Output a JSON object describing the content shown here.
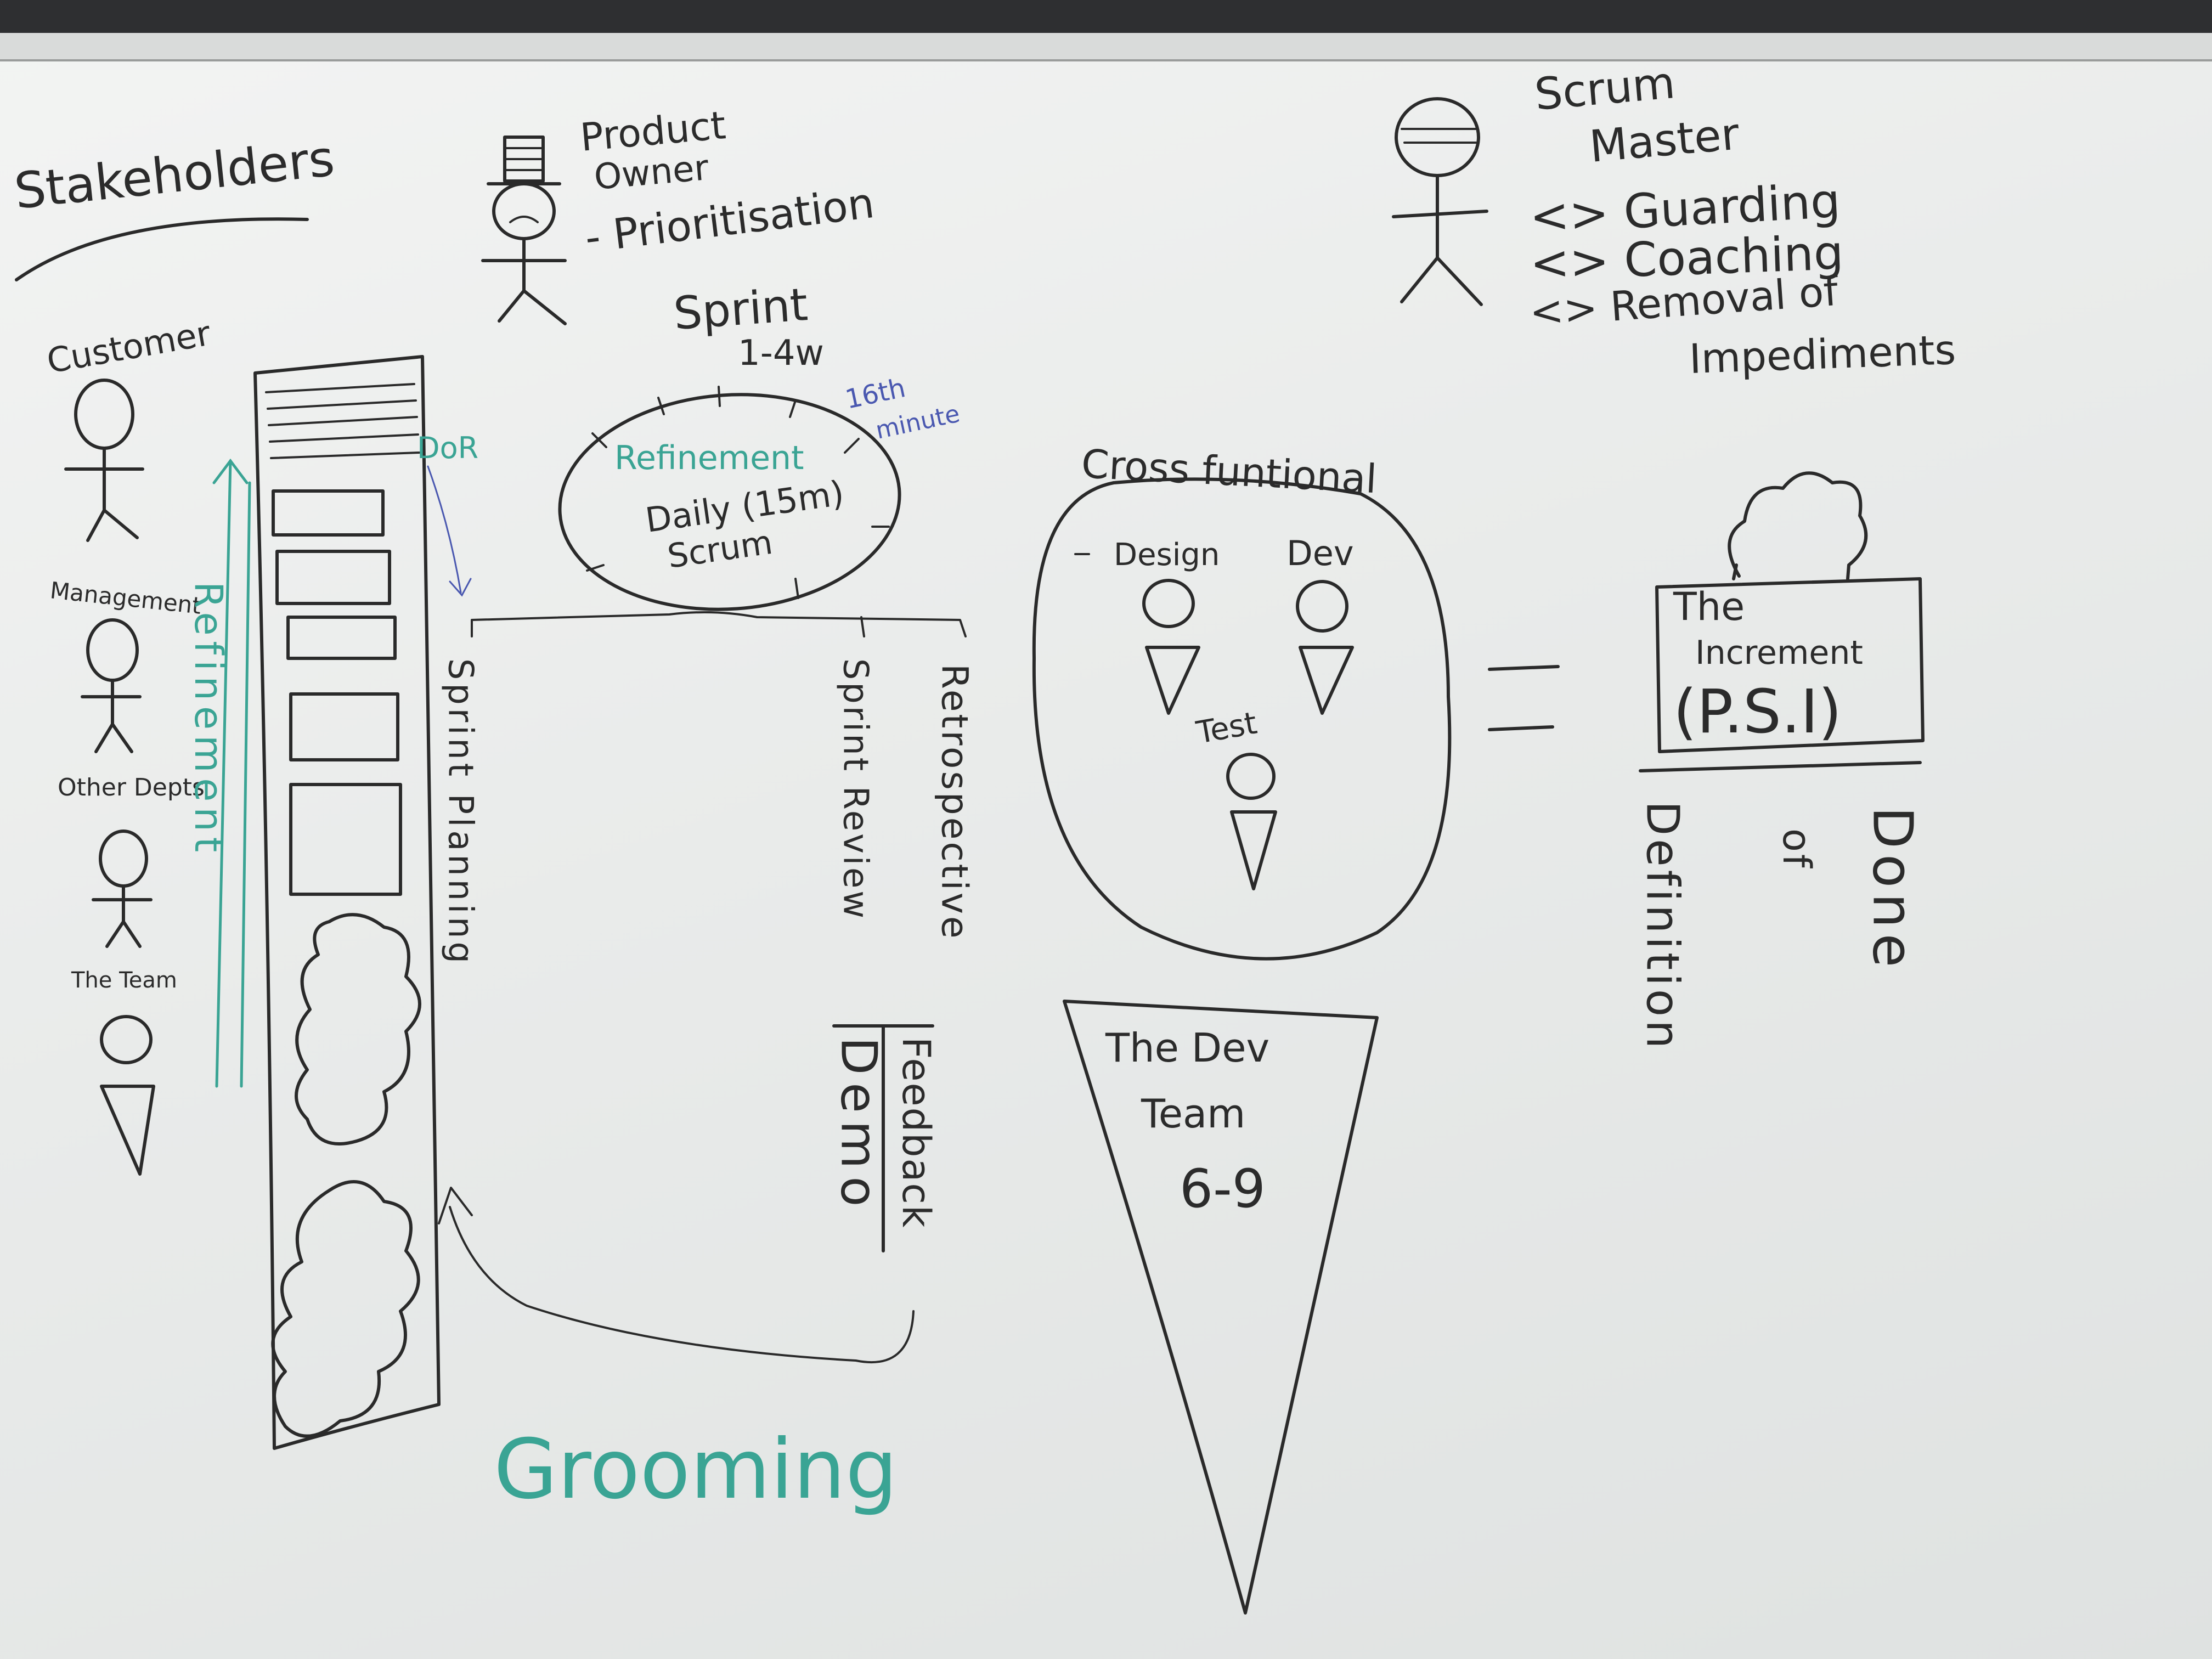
{
  "stakeholders": {
    "title": "Stakeholders",
    "customer": "Customer",
    "management": "Management",
    "other_depts": "Other Depts",
    "the_team": "The Team"
  },
  "product_owner": {
    "line1": "Product",
    "line2": "Owner",
    "role": "- Prioritisation"
  },
  "scrum_master": {
    "line1": "Scrum",
    "line2": "Master",
    "items": [
      "<> Guarding",
      "<> Coaching",
      "<> Removal of",
      "Impediments"
    ]
  },
  "sprint": {
    "label": "Sprint",
    "duration": "1-4w",
    "refinement": "Refinement",
    "minute_l1": "16th",
    "minute_l2": "minute",
    "daily_l1": "Daily (15m)",
    "daily_l2": "Scrum"
  },
  "backlog": {
    "dor": "DoR",
    "refinement_vertical": "Refinement",
    "grooming": "Grooming"
  },
  "events": {
    "sprint_planning": "Sprint Planning",
    "sprint_review": "Sprint Review",
    "retrospective": "Retrospective",
    "demo": "Demo",
    "feedback": "Feedback"
  },
  "dev_team": {
    "cross_functional": "Cross funtional",
    "design": "Design",
    "dev": "Dev",
    "test": "Test",
    "team_l1": "The Dev",
    "team_l2": "Team",
    "size": "6-9"
  },
  "increment": {
    "l1": "The",
    "l2": "Increment",
    "l3": "(P.S.I)",
    "dod_definition": "Definition",
    "dod_of": "of",
    "dod_done": "Done"
  },
  "colors": {
    "ink": "#2a2a2a",
    "teal": "#3aa494",
    "blue": "#4a58b0",
    "board": "#eceeed"
  }
}
